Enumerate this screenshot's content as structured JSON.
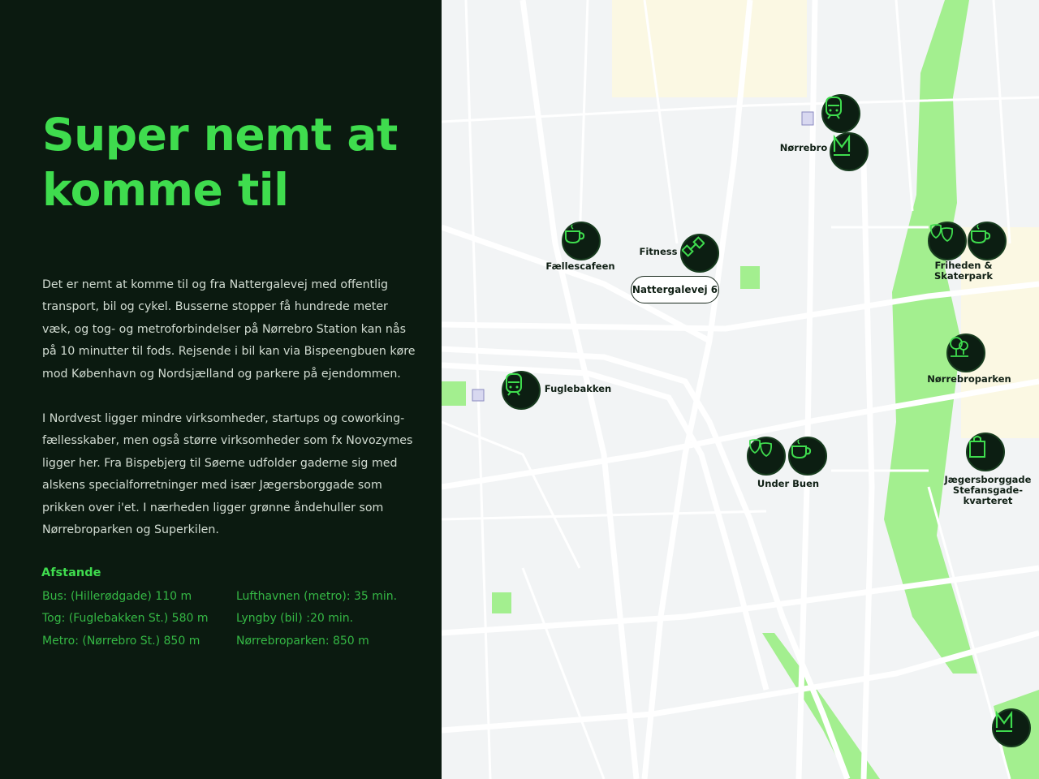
{
  "left": {
    "title": "Super nemt at komme til",
    "paragraphs": [
      "Det er nemt at komme til og fra Nattergalevej med offentlig transport, bil og cykel. Busserne stopper få hundrede meter væk, og tog- og metroforbindelser på Nørrebro Station kan nås på 10 minutter til fods. Rejsende i bil kan via Bispeengbuen køre mod København og Nordsjælland og parkere på ejendommen.",
      "I Nordvest ligger mindre virksomheder, startups og coworking-fællesskaber, men også større virksomheder som fx Novozymes ligger her. Fra Bispebjerg til Søerne udfolder gaderne sig med alskens specialforretninger med især Jægersborggade som prikken over i'et. I nærheden ligger grønne åndehuller som Nørrebroparken  og Superkilen."
    ],
    "distances_heading": "Afstande",
    "distances_left": [
      "Bus: (Hillerødgade) 110 m",
      "Tog: (Fuglebakken St.) 580 m",
      "Metro: (Nørrebro St.) 850 m"
    ],
    "distances_right": [
      "Lufthavnen (metro): 35 min.",
      "Lyngby (bil) :20 min.",
      "Nørrebroparken:  850 m"
    ]
  },
  "map": {
    "home": "Nattergalevej 6",
    "labels": {
      "norrebro": "Nørrebro",
      "faellescafeen": "Fælles­cafeen",
      "fitness": "Fitness",
      "friheden": "Friheden & Skaterpark",
      "norrebroparken": "Nørrebroparken",
      "fuglebakken": "Fuglebakken",
      "under_buen": "Under Buen",
      "jaegersborggade": "Jægersborggade Stefansgade-kvarteret"
    },
    "colors": {
      "accent": "#3fdc4e",
      "marker_bg": "#0c1e12",
      "park": "#a3ef8f",
      "background": "#0b1a10"
    }
  }
}
